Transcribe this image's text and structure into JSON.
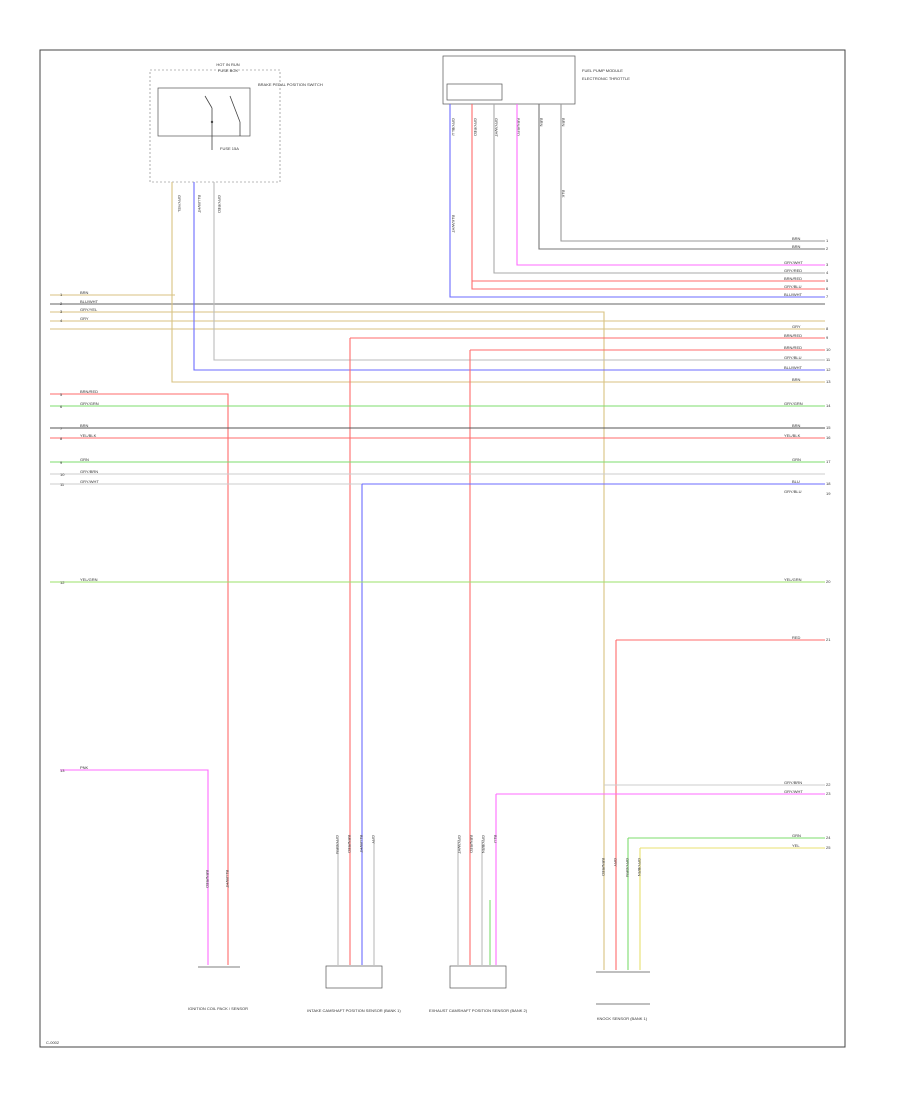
{
  "diagram": {
    "colors": {
      "brown": "#8b8b6a",
      "tan": "#d8c282",
      "blue": "#6b6bff",
      "red": "#ff6b6b",
      "green": "#7ddc6e",
      "magenta": "#ff6bff",
      "gray": "#8a8a8a",
      "dark": "#555555",
      "yellow": "#e8e070",
      "ltgreen": "#9be06a"
    },
    "wire_labels": {
      "left": [
        "BRN",
        "BLU/WHT",
        "GRY/YEL",
        "GRY",
        "BRN/RED",
        "GRY/GRN",
        "BRN",
        "YEL/BLK",
        "GRN",
        "GRY/BRN",
        "GRY/WHT",
        "YEL/GRN",
        "PNK"
      ],
      "right": [
        "BRN",
        "BRN",
        "GRY/WHT",
        "GRY/RED",
        "BRN/RED",
        "GRY/BLU",
        "BLU/WHT",
        "GRY",
        "BRN/RED",
        "BRN/RED",
        "GRY/BLU",
        "BLU/WHT",
        "BRN",
        "GRY/GRN",
        "BRN",
        "YEL/BLK",
        "GRN",
        "BLU",
        "GRY/BLU",
        "YEL/GRN",
        "RED",
        "GRY/BRN",
        "GRY/WHT",
        "GRN",
        "YEL"
      ],
      "module_pins": [
        "GRY/BLU",
        "GRY/RED",
        "GRY/WHT",
        "BRN/RED",
        "BRN",
        "BRN",
        "BLK/WHT",
        "BLK"
      ],
      "switch_pins": [
        "GRY/YEL",
        "BLU/WHT",
        "GRY/RED"
      ],
      "sensor_pins": [
        "BRN/RED",
        "BLU/WHT",
        "GRY/GRN",
        "BRN/RED",
        "GRY/WHT",
        "GRY/BRN",
        "GRY",
        "BLU"
      ]
    },
    "pin_numbers": {
      "left": [
        "1",
        "2",
        "3",
        "4",
        "5",
        "6",
        "7",
        "8",
        "9",
        "10",
        "11",
        "12",
        "13"
      ],
      "right": [
        "1",
        "2",
        "3",
        "4",
        "5",
        "6",
        "7",
        "8",
        "9",
        "10",
        "11",
        "12",
        "13",
        "14",
        "15",
        "16",
        "17",
        "18",
        "19",
        "20",
        "21",
        "22",
        "23",
        "24",
        "25"
      ]
    },
    "components": {
      "switch_title": "HOT IN RUN",
      "switch_sub": "FUSE BOX",
      "switch_label": "BRAKE PEDAL POSITION SWITCH",
      "switch_detail": "FUSE 15A",
      "module_label": "FUEL PUMP MODULE",
      "module_sub": "ELECTRONIC THROTTLE",
      "caption1": "IGNITION COIL PACK / SENSOR",
      "caption2": "INTAKE CAMSHAFT POSITION SENSOR (BANK 1)",
      "caption3": "EXHAUST CAMSHAFT POSITION SENSOR (BANK 2)",
      "caption4": "KNOCK SENSOR (BANK 1)"
    },
    "footer_mark": "C-0002"
  }
}
